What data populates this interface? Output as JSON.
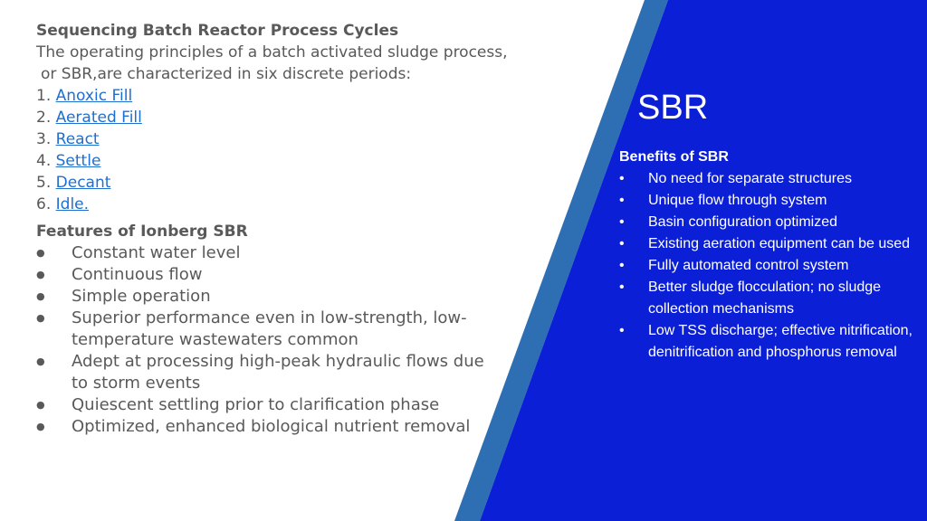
{
  "colors": {
    "accent_dark_blue": "#0b1fd6",
    "accent_mid_blue": "#2e6fb3",
    "link_blue": "#1f6fd1",
    "text_gray": "#595959"
  },
  "left": {
    "heading": "Sequencing Batch Reactor Process Cycles",
    "intro_line1": "The operating principles of a batch activated sludge process,",
    "intro_line2": "or SBR,are characterized in six discrete periods:",
    "cycles": [
      {
        "num": "1.",
        "label": "Anoxic Fill"
      },
      {
        "num": "2.",
        "label": "Aerated Fill"
      },
      {
        "num": "3.",
        "label": "React"
      },
      {
        "num": "4.",
        "label": "Settle"
      },
      {
        "num": "5.",
        "label": "Decant"
      },
      {
        "num": "6.",
        "label": "Idle."
      }
    ],
    "features_heading": "Features of Ionberg SBR",
    "bullet_symbol": "●",
    "features": [
      "Constant water level",
      "Continuous flow",
      "Simple operation",
      "Superior performance even in low-strength, low-temperature wastewaters common",
      "Adept at processing high-peak hydraulic flows due to storm events",
      "Quiescent settling prior to clarification phase",
      "Optimized, enhanced biological nutrient removal"
    ]
  },
  "right": {
    "title": "SBR",
    "benefits_heading": "Benefits of SBR",
    "bullet_symbol": "•",
    "benefits": [
      "No need for separate structures",
      "Unique flow through system",
      "Basin configuration optimized",
      "Existing aeration equipment can be used",
      "Fully automated control system",
      "Better sludge flocculation; no sludge collection mechanisms",
      "Low TSS discharge; effective nitrification, denitrification and phosphorus removal"
    ]
  }
}
